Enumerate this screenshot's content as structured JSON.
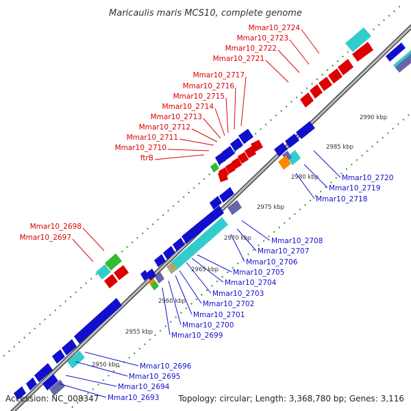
{
  "title": "Maricaulis maris MCS10, complete genome",
  "footer": {
    "accession": "Accession: NC_008347",
    "info": "Topology: circular; Length: 3,368,780 bp; Genes: 3,116"
  },
  "colors": {
    "forward": "#dd0000",
    "reverse": "#1010cc",
    "cyan": "#33cccc",
    "green": "#33bb33",
    "orange": "#ff8800",
    "slate": "#6666aa",
    "khaki": "#aaa870",
    "backbone": "#999999",
    "tick_forward": "#66aa66",
    "tick_reverse": "#228822"
  },
  "ticks": [
    {
      "kbp": 2950,
      "label": "2950 kbp"
    },
    {
      "kbp": 2955,
      "label": "2955 kbp"
    },
    {
      "kbp": 2960,
      "label": "2960 kbp"
    },
    {
      "kbp": 2965,
      "label": "2965 kbp"
    },
    {
      "kbp": 2970,
      "label": "2970 kbp"
    },
    {
      "kbp": 2975,
      "label": "2975 kbp"
    },
    {
      "kbp": 2980,
      "label": "2980 kbp"
    },
    {
      "kbp": 2985,
      "label": "2985 kbp"
    },
    {
      "kbp": 2990,
      "label": "2990 kbp"
    }
  ],
  "labels": {
    "forward": [
      "Mmar10_2724",
      "Mmar10_2723",
      "Mmar10_2722",
      "Mmar10_2721",
      "Mmar10_2717",
      "Mmar10_2716",
      "Mmar10_2715",
      "Mmar10_2714",
      "Mmar10_2713",
      "Mmar10_2712",
      "Mmar10_2711",
      "Mmar10_2710",
      "ftrB",
      "Mmar10_2698",
      "Mmar10_2697"
    ],
    "reverse": [
      "Mmar10_2720",
      "Mmar10_2719",
      "Mmar10_2718",
      "Mmar10_2708",
      "Mmar10_2707",
      "Mmar10_2706",
      "Mmar10_2705",
      "Mmar10_2704",
      "Mmar10_2703",
      "Mmar10_2702",
      "Mmar10_2701",
      "Mmar10_2700",
      "Mmar10_2699",
      "Mmar10_2696",
      "Mmar10_2695",
      "Mmar10_2694",
      "Mmar10_2693"
    ]
  }
}
